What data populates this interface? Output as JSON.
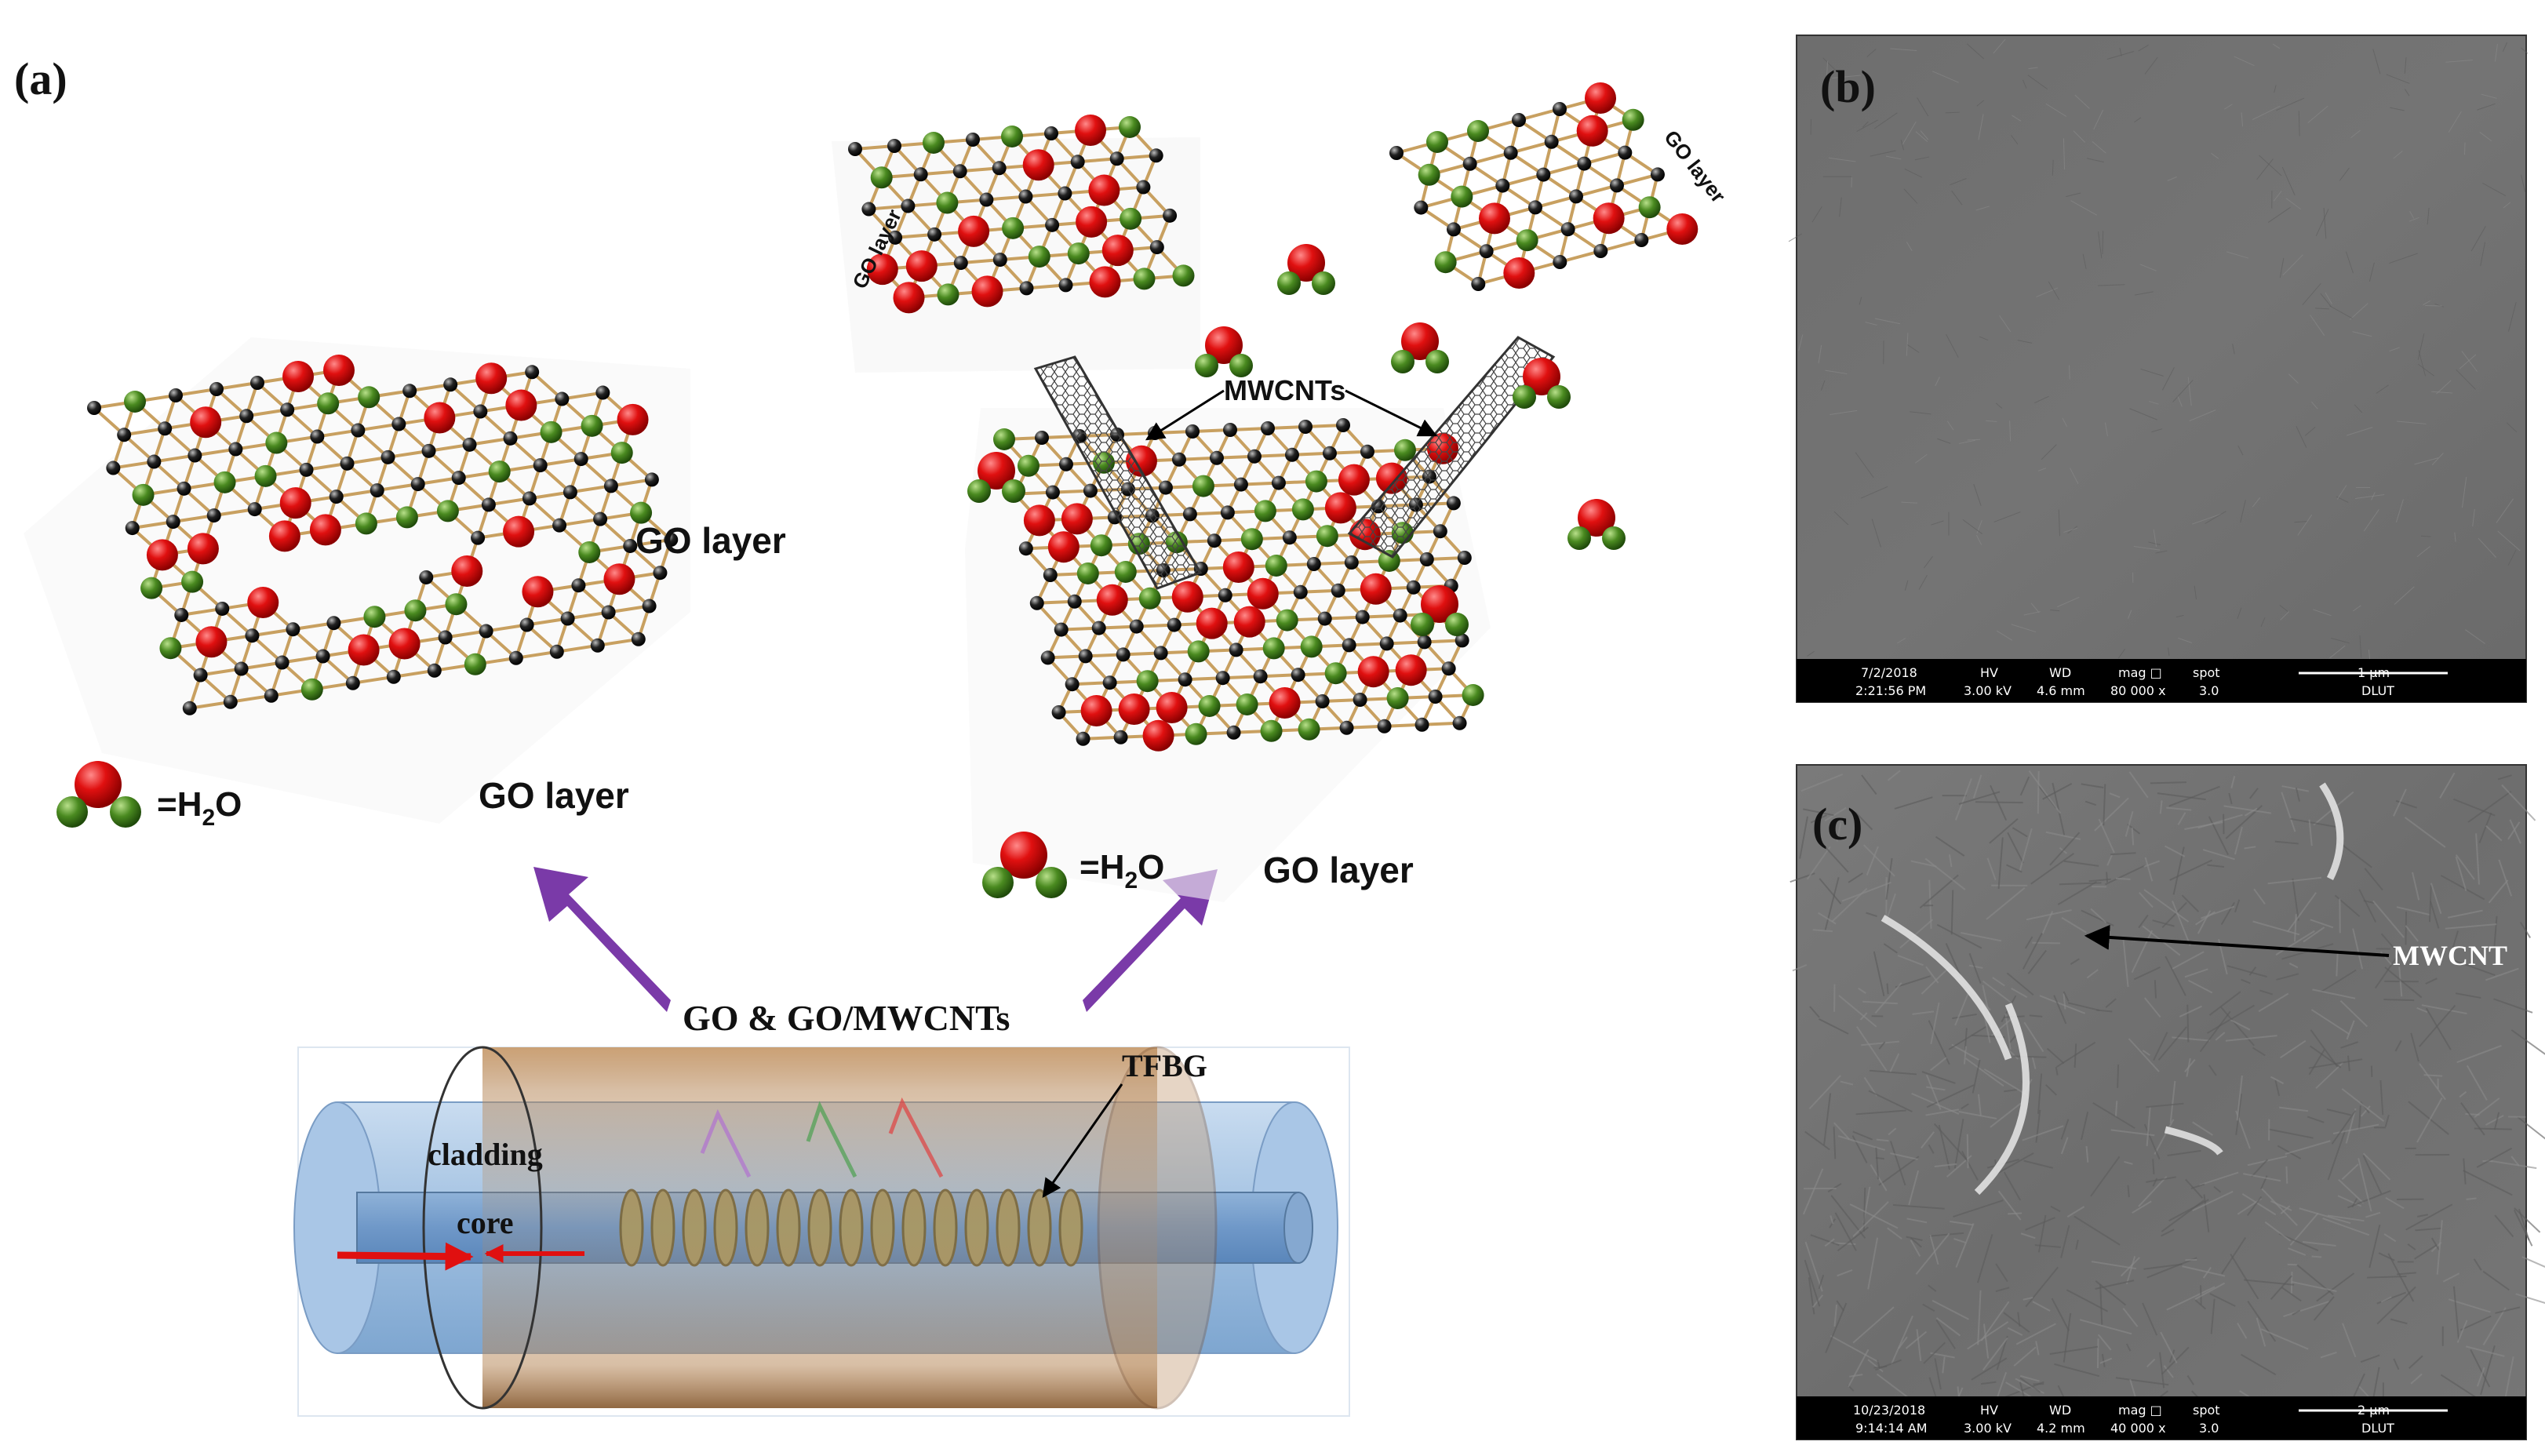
{
  "panel_a": {
    "label": "(a)",
    "left_sheet": {
      "label_upper": "GO layer",
      "label_lower": "GO layer",
      "legend_text": "=H",
      "legend_sub": "2",
      "legend_tail": "O"
    },
    "right_sheet": {
      "label_top_left": "GO layer",
      "label_top_right": "GO layer",
      "label_bottom": "GO layer",
      "mwcnt_label": "MWCNTs",
      "legend_text": "=H",
      "legend_sub": "2",
      "legend_tail": "O"
    },
    "coating_label": "GO & GO/MWCNTs",
    "fiber": {
      "cladding_label": "cladding",
      "core_label": "core",
      "grating_label": "TFBG"
    },
    "colors": {
      "oxygen": "#e01010",
      "hydrogen": "#4a8a20",
      "carbon": "#111111",
      "bond": "#c8a060",
      "arrow": "#7a3aa8",
      "sleeve": "#b88a5c",
      "fiber": "#9fbfe0"
    }
  },
  "panel_b": {
    "label": "(b)",
    "info_bar": {
      "date": "7/2/2018",
      "time": "2:21:56 PM",
      "hv_label": "HV",
      "hv": "3.00 kV",
      "wd_label": "WD",
      "wd": "4.6 mm",
      "mag_label": "mag □",
      "mag": "80 000 x",
      "spot_label": "spot",
      "spot": "3.0",
      "scale": "1 μm",
      "lab": "DLUT"
    }
  },
  "panel_c": {
    "label": "(c)",
    "annotation": "MWCNT",
    "info_bar": {
      "date": "10/23/2018",
      "time": "9:14:14 AM",
      "hv_label": "HV",
      "hv": "3.00 kV",
      "wd_label": "WD",
      "wd": "4.2 mm",
      "mag_label": "mag □",
      "mag": "40 000 x",
      "spot_label": "spot",
      "spot": "3.0",
      "scale": "2 μm",
      "lab": "DLUT"
    }
  }
}
